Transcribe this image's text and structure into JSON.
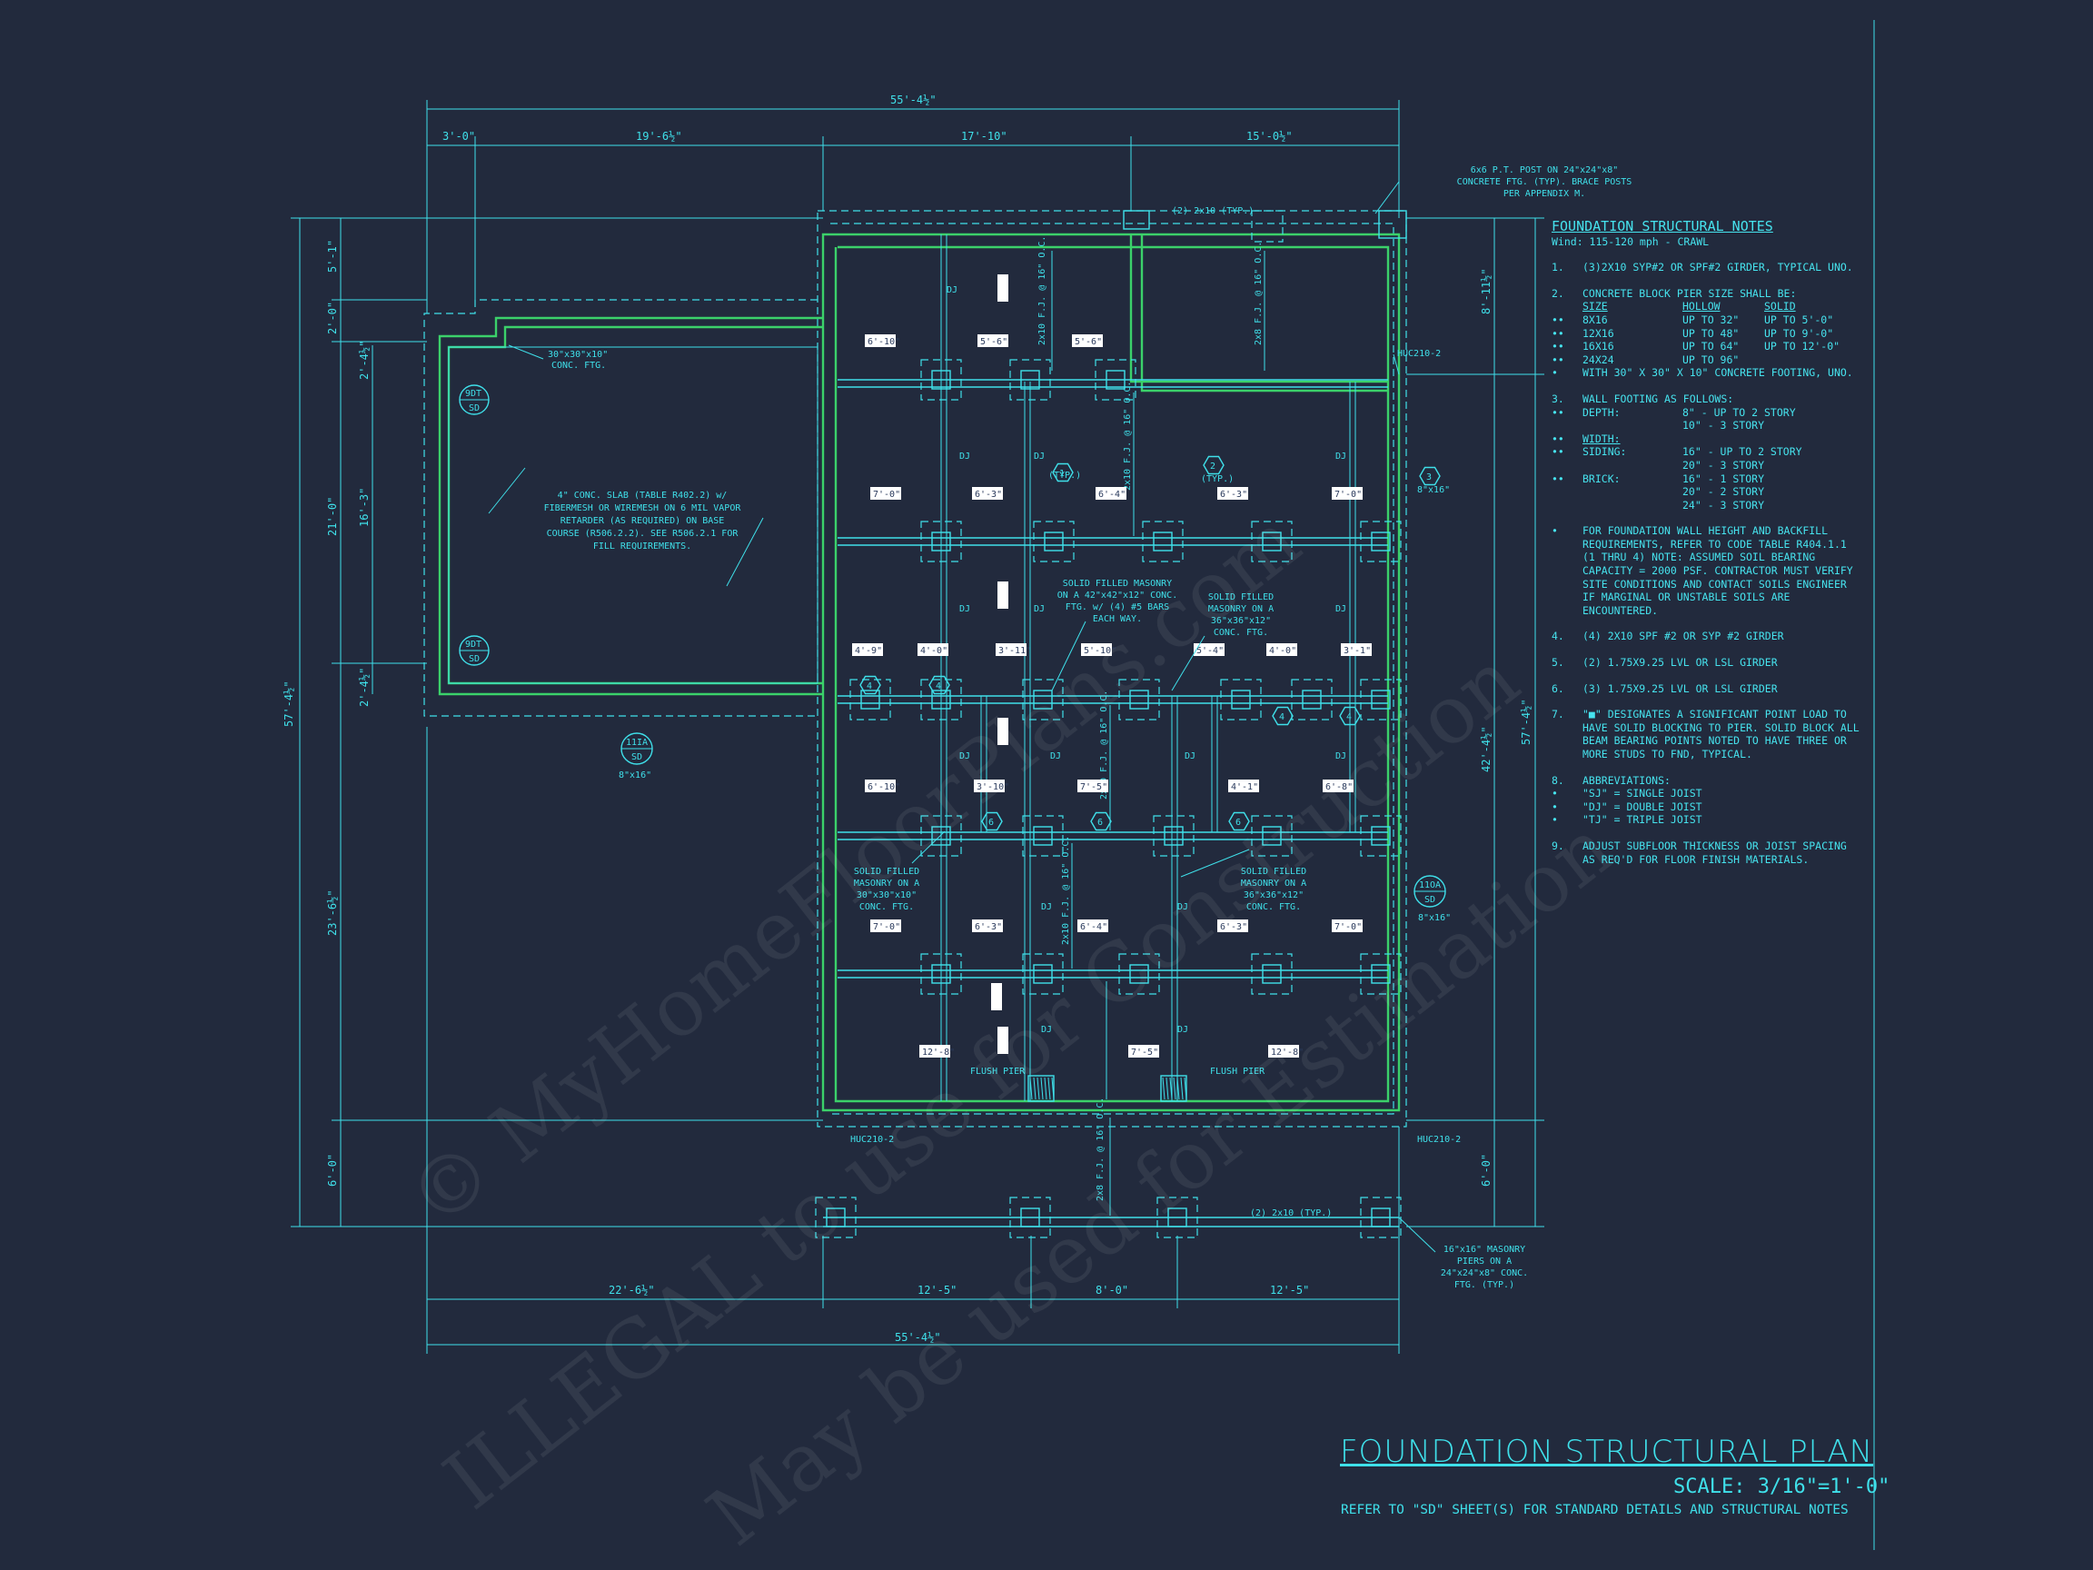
{
  "colors": {
    "background": "#222a3d",
    "line": "#3fe0ea",
    "wall": "#3bd16a",
    "white": "#ffffff"
  },
  "title": "FOUNDATION STRUCTURAL PLAN",
  "scale": "SCALE: 3/16\"=1'-0\"",
  "refer": "REFER TO \"SD\" SHEET(S) FOR STANDARD DETAILS AND STRUCTURAL NOTES",
  "watermarks": [
    "© MyHomeFloorPlans.com",
    "ILLEGAL to use for Construction",
    "May be used for Estimation"
  ],
  "dims": {
    "top_overall": "55'-4½\"",
    "top_1": "3'-0\"",
    "top_2": "19'-6½\"",
    "top_3": "17'-10\"",
    "top_4": "15'-0½\"",
    "bottom_1": "22'-6½\"",
    "bottom_2": "12'-5\"",
    "bottom_3": "8'-0\"",
    "bottom_4": "12'-5\"",
    "bottom_overall": "55'-4½\"",
    "left_overall": "57'-4½\"",
    "left_1": "5'-1\"",
    "left_2": "2'-0\"",
    "left_3": "21'-0\"",
    "left_4": "23'-6½\"",
    "left_5": "6'-0\"",
    "left_inner_1": "2'-4½\"",
    "left_inner_2": "16'-3\"",
    "left_inner_3": "2'-4½\"",
    "right_overall": "57'-4½\"",
    "right_1": "8'-11½\"",
    "right_2": "42'-4½\"",
    "right_3": "6'-0\""
  },
  "labels": {
    "post_note": "6x6 P.T. POST ON 24\"x24\"x8\" CONCRETE FTG. (TYP). BRACE POSTS PER APPENDIX M.",
    "girder_top": "(2) 2x10 (TYP.)",
    "girder_bottom": "(2) 2x10 (TYP.)",
    "conc_ftg": "30\"x30\"x10\" CONC. FTG.",
    "slab_note": "4\" CONC. SLAB (TABLE R402.2) w/ FIBERMESH OR WIREMESH ON 6 MIL VAPOR RETARDER (AS REQUIRED) ON BASE COURSE (R506.2.2). SEE R506.2.1 FOR FILL REQUIREMENTS.",
    "solid_42": "SOLID FILLED MASONRY ON A 42\"x42\"x12\" CONC. FTG. w/ (4) #5 BARS EACH WAY.",
    "solid_36a": "SOLID FILLED MASONRY ON A 36\"x36\"x12\" CONC. FTG.",
    "solid_30": "SOLID FILLED MASONRY ON A 30\"x30\"x10\" CONC. FTG.",
    "solid_36b": "SOLID FILLED MASONRY ON A 36\"x36\"x12\" CONC. FTG.",
    "pier_note": "16\"x16\" MASONRY PIERS ON A 24\"x24\"x8\" CONC. FTG. (TYP.)",
    "huc_1": "HUC210-2",
    "huc_2": "HUC210-2",
    "huc_3": "HUC210-2",
    "flush_1": "FLUSH PIER",
    "flush_2": "FLUSH PIER",
    "fj_1": "2x10 F.J. @ 16\" O.C.",
    "fj_2": "2x8 F.J. @ 16\" O.C.",
    "fj_3": "2x10 F.J. @ 16\" O.C.",
    "fj_4": "2x10 F.J. @ 16\" O.C.",
    "fj_5": "2x10 F.J. @ 16\" O.C.",
    "fj_6": "2x8 F.J. @ 16\" O.C.",
    "typ": "(TYP.)",
    "dj": "DJ",
    "sec_1_num": "9DT",
    "sec_1_sheet": "SD",
    "sec_2_num": "9DT",
    "sec_2_sheet": "SD",
    "sec_3_num": "11IA",
    "sec_3_sheet": "SD",
    "sec_3_size": "8\"x16\"",
    "sec_4_num": "11OA",
    "sec_4_sheet": "SD",
    "sec_4_size": "8\"x16\"",
    "hex3_size": "8\"x16\""
  },
  "span_labels": [
    "6'-10\"",
    "5'-6\"",
    "5'-6\"",
    "7'-0\"",
    "6'-3\"",
    "6'-4\"",
    "6'-3\"",
    "7'-0\"",
    "4'-9\"",
    "4'-0\"",
    "3'-11\"",
    "5'-10\"",
    "5'-4\"",
    "4'-0\"",
    "3'-1\"",
    "6'-10\"",
    "3'-10\"",
    "7'-5\"",
    "4'-1\"",
    "6'-8\"",
    "7'-0\"",
    "6'-3\"",
    "6'-4\"",
    "6'-3\"",
    "7'-0\"",
    "12'-8\"",
    "7'-5\"",
    "12'-8\""
  ],
  "notes": {
    "title": "FOUNDATION STRUCTURAL NOTES",
    "wind": "Wind: 115-120 mph - CRAWL",
    "n1": "(3)2x10 SYP#2 OR SPF#2 GIRDER, TYPICAL UNO.",
    "n2": "CONCRETE BLOCK PIER SIZE SHALL BE:",
    "pier_head": [
      "SIZE",
      "HOLLOW",
      "SOLID"
    ],
    "pier_rows": [
      [
        "8x16",
        "UP TO 32\"",
        "UP TO 5'-0\""
      ],
      [
        "12x16",
        "UP TO 48\"",
        "UP TO 9'-0\""
      ],
      [
        "16x16",
        "UP TO 64\"",
        "UP TO 12'-0\""
      ],
      [
        "24x24",
        "UP TO 96\"",
        ""
      ]
    ],
    "n2_with": "WITH 30\" x 30\" x 10\" CONCRETE FOOTING, UNO.",
    "n3": "WALL FOOTING AS FOLLOWS:",
    "depth_label": "DEPTH:",
    "depth_1": "8\" - UP TO 2 STORY",
    "depth_2": "10\" - 3 STORY",
    "width_label": "WIDTH:",
    "siding_label": "SIDING:",
    "siding_1": "16\" - UP TO 2 STORY",
    "siding_2": "20\" - 3 STORY",
    "brick_label": "BRICK:",
    "brick_1": "16\" - 1 STORY",
    "brick_2": "20\" - 2 STORY",
    "brick_3": "24\" - 3 STORY",
    "bullet_note": "FOR FOUNDATION WALL HEIGHT AND BACKFILL REQUIREMENTS, REFER TO CODE TABLE R404.1.1 (1 THRU 4) NOTE: ASSUMED SOIL BEARING CAPACITY = 2000 PSF. CONTRACTOR MUST VERIFY SITE CONDITIONS AND CONTACT SOILS ENGINEER IF MARGINAL OR UNSTABLE SOILS ARE ENCOUNTERED.",
    "n4": "(4) 2x10 SPF #2 OR SYP #2 GIRDER",
    "n5": "(2) 1.75x9.25 LVL OR LSL GIRDER",
    "n6": "(3) 1.75x9.25 LVL OR LSL GIRDER",
    "n7": "\"■\" DESIGNATES A SIGNIFICANT POINT LOAD TO HAVE SOLID BLOCKING TO PIER. SOLID BLOCK ALL BEAM BEARING POINTS NOTED TO HAVE THREE OR MORE STUDS TO FND, TYPICAL.",
    "n8": "ABBREVIATIONS:",
    "abbr": [
      "\"SJ\" = SINGLE JOIST",
      "\"DJ\" = DOUBLE JOIST",
      "\"TJ\" = TRIPLE JOIST"
    ],
    "n9": "ADJUST SUBFLOOR THICKNESS OR JOIST SPACING AS REQ'D FOR FLOOR FINISH MATERIALS.",
    "num_labels": [
      "1.",
      "2.",
      "3.",
      "•",
      "4.",
      "5.",
      "6.",
      "7.",
      "8.",
      "9."
    ]
  }
}
